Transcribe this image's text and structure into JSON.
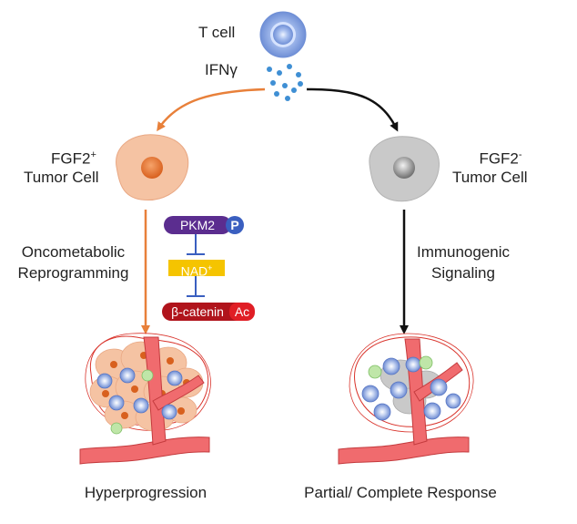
{
  "tcell": {
    "label": "T cell",
    "cytokine": "IFNγ"
  },
  "left_cell": {
    "label_line1": "FGF2",
    "sup": "+",
    "label_line2": "Tumor Cell"
  },
  "right_cell": {
    "label_line1": "FGF2",
    "sup": "-",
    "label_line2": "Tumor Cell"
  },
  "left_process": {
    "line1": "Oncometabolic",
    "line2": "Reprogramming"
  },
  "right_process": {
    "line1": "Immunogenic",
    "line2": "Signaling"
  },
  "pathway": {
    "pkm2": "PKM2",
    "phospho": "P",
    "nad": "NAD",
    "nad_sup": "+",
    "catenin": "β-catenin",
    "acetyl": "Ac"
  },
  "outcomes": {
    "left": "Hyperprogression",
    "right": "Partial/ Complete Response"
  },
  "colors": {
    "orange_arrow": "#e8803a",
    "tumor_fgf2_pos": "#f5c3a3",
    "tumor_fgf2_neg": "#c9c9c9",
    "pkm2": "#5b2d8f",
    "phospho": "#3a5fc0",
    "nad": "#f5c400",
    "catenin": "#b0141c",
    "acetyl": "#e01e25",
    "vessel": "#f06b6e",
    "immune_cell": "#8fa6d8",
    "inhibit": "#3a5fc0"
  }
}
